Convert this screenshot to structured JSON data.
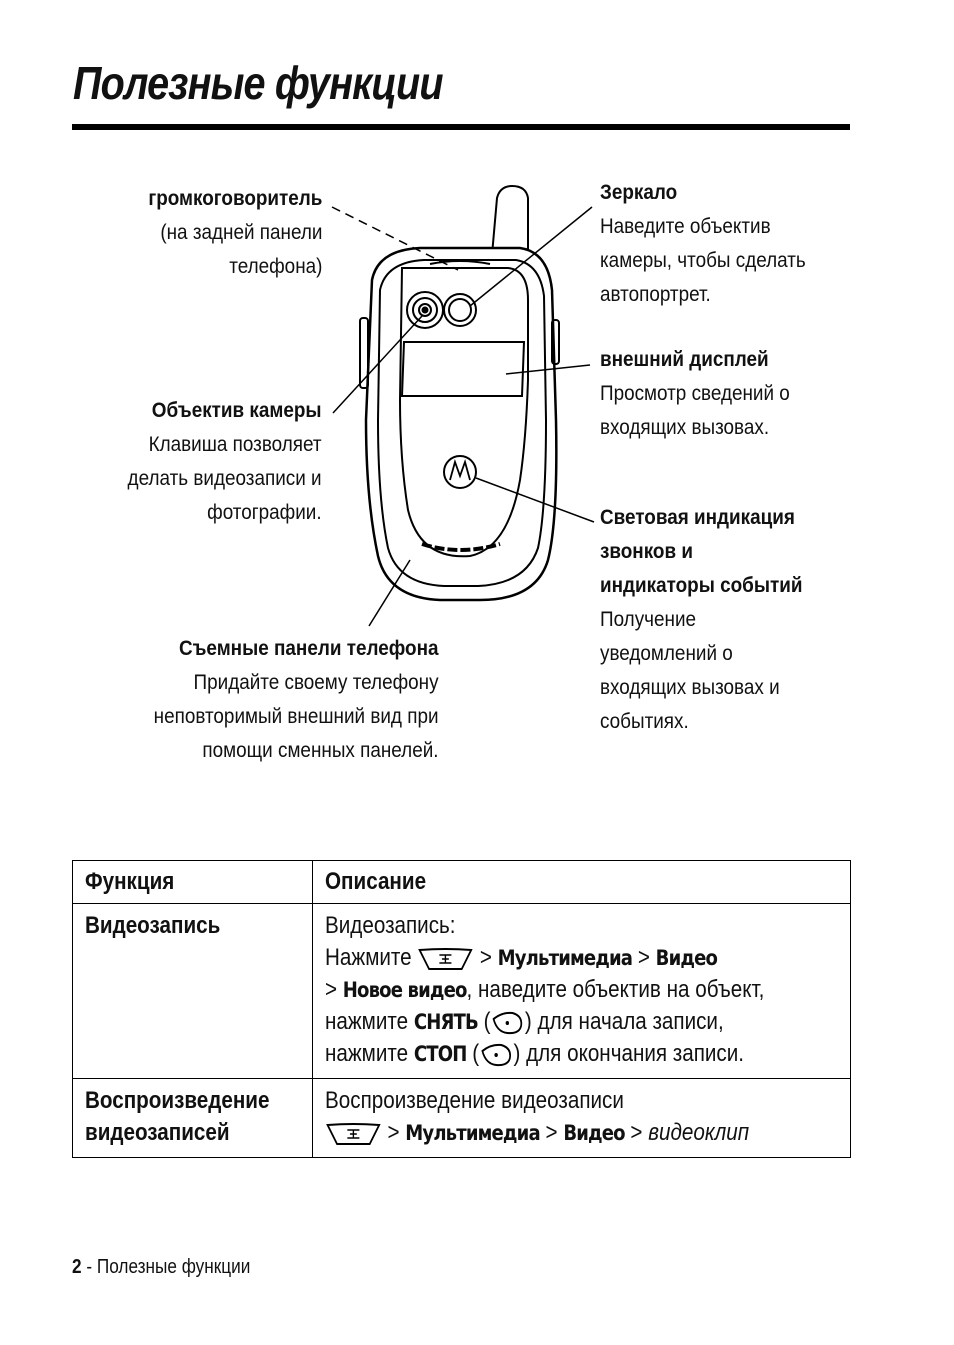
{
  "page": {
    "title": "Полезные функции",
    "footer": {
      "page_number": "2",
      "separator": " - ",
      "section": "Полезные функции"
    }
  },
  "callouts": {
    "speaker": {
      "heading": "громкоговоритель",
      "lines": [
        "(на задней панели",
        "телефона)"
      ]
    },
    "camera": {
      "heading": "Объектив камеры",
      "lines": [
        "Клавиша позволяет",
        "делать видеозаписи и",
        "фотографии."
      ]
    },
    "covers": {
      "heading": "Съемные панели телефона",
      "lines": [
        "Придайте своему телефону",
        "неповторимый внешний вид при",
        "помощи сменных панелей."
      ]
    },
    "mirror": {
      "heading": "Зеркало",
      "lines": [
        "Наведите объектив",
        "камеры, чтобы сделать",
        "автопортрет."
      ]
    },
    "display": {
      "heading": "внешний дисплей",
      "lines": [
        "Просмотр сведений о",
        "входящих вызовах."
      ]
    },
    "lights": {
      "heading_lines": [
        "Световая индикация",
        "звонков и",
        "индикаторы событий"
      ],
      "lines": [
        "Получение",
        "уведомлений о",
        "входящих вызовах и",
        "событиях."
      ]
    }
  },
  "table": {
    "headers": [
      "Функция",
      "Описание"
    ],
    "rows": [
      {
        "function": "Видеозапись",
        "line1": "Видеозапись:",
        "press": "Нажмите",
        "sep": ">",
        "menu1": "Мультимедиа",
        "menu2": "Видео",
        "menu3": "Новое видео",
        "after_menu3": ", наведите объектив на объект,",
        "press2": "нажмите",
        "soft1": "СНЯТЬ",
        "after_soft1": "для начала записи,",
        "soft2": "СТОП",
        "after_soft2": "для окончания записи."
      },
      {
        "function_lines": [
          "Воспроизведение",
          "видеозаписей"
        ],
        "line1": "Воспроизведение видеозаписи",
        "sep": ">",
        "menu1": "Мультимедиа",
        "menu2": "Видео",
        "item": "видеоклип"
      }
    ]
  },
  "icons": {
    "menu_key": "menu-key-icon",
    "softkey": "softkey-icon",
    "logo": "motorola-logo"
  }
}
